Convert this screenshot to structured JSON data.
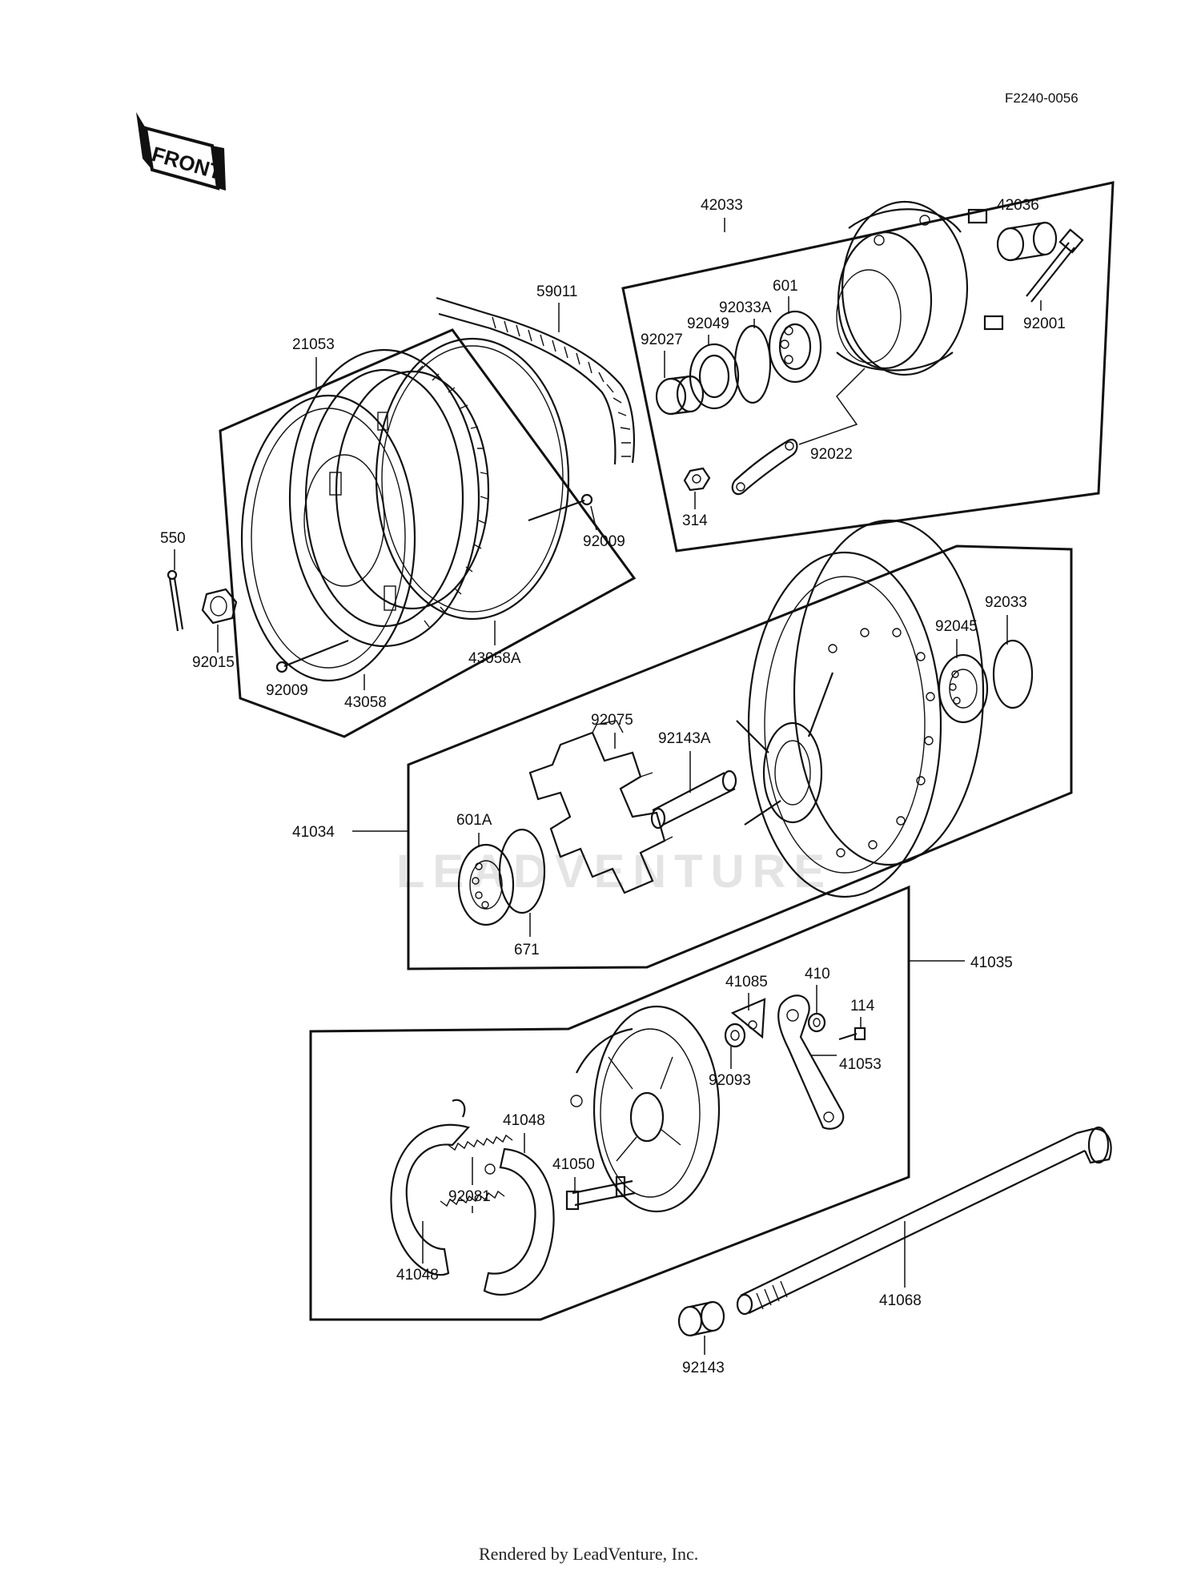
{
  "diagram_code": "F2240-0056",
  "front_badge": "FRONT",
  "watermark": "LEADVENTURE",
  "footer": "Rendered by LeadVenture, Inc.",
  "labels": {
    "l42033": "42033",
    "l42036": "42036",
    "l601": "601",
    "l92033A": "92033A",
    "l92049": "92049",
    "l92027": "92027",
    "l92001": "92001",
    "l92022": "92022",
    "l314": "314",
    "l59011": "59011",
    "l21053": "21053",
    "l92009a": "92009",
    "l550": "550",
    "l92015": "92015",
    "l92009b": "92009",
    "l43058": "43058",
    "l43058A": "43058A",
    "l92033": "92033",
    "l92045": "92045",
    "l92075": "92075",
    "l92143A": "92143A",
    "l41034": "41034",
    "l601A": "601A",
    "l671": "671",
    "l41035": "41035",
    "l41085": "41085",
    "l410": "410",
    "l114": "114",
    "l92093": "92093",
    "l41053": "41053",
    "l41048a": "41048",
    "l41050": "41050",
    "l92081": "92081",
    "l41048b": "41048",
    "l41068": "41068",
    "l92143": "92143"
  }
}
